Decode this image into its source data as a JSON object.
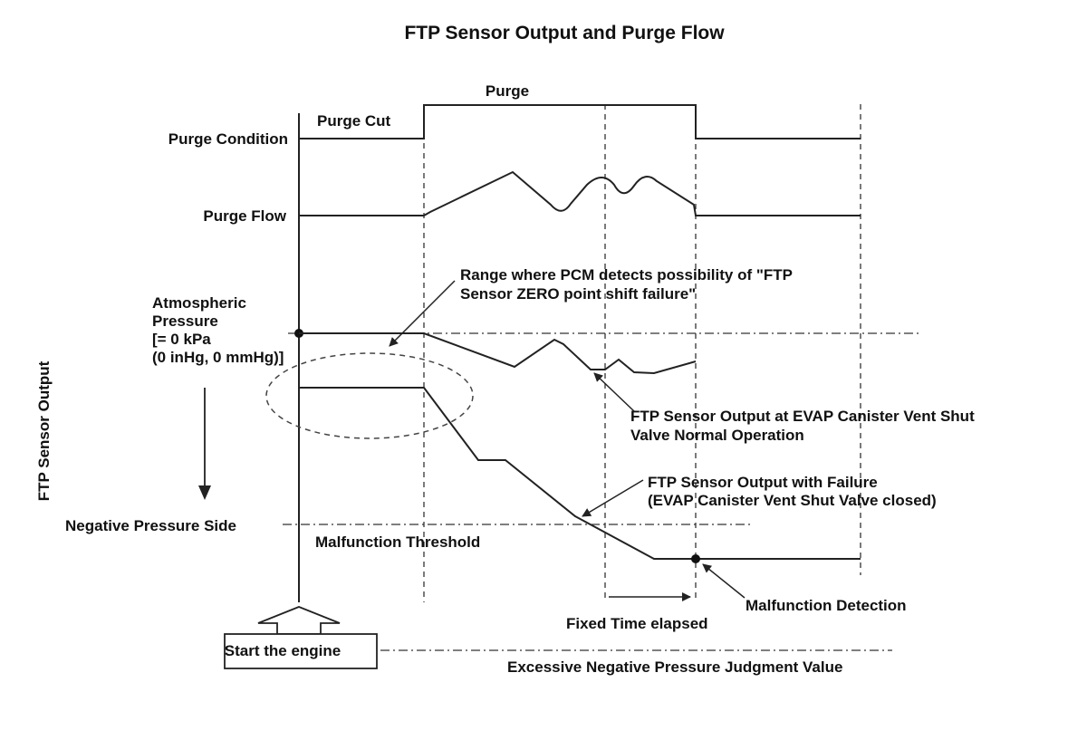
{
  "title": "FTP Sensor Output and Purge Flow",
  "labels": {
    "purge": "Purge",
    "purge_cut": "Purge Cut",
    "purge_condition": "Purge Condition",
    "purge_flow": "Purge Flow",
    "atmospheric_line1": "Atmospheric",
    "atmospheric_line2": "Pressure",
    "atmospheric_line3": "[= 0 kPa",
    "atmospheric_line4": "(0 inHg, 0 mmHg)]",
    "ftp_sensor_output": "FTP Sensor Output",
    "negative_pressure_side": "Negative Pressure Side",
    "malfunction_threshold": "Malfunction Threshold",
    "range_line1": "Range where PCM detects possibility of \"FTP",
    "range_line2": "Sensor ZERO point shift failure\"",
    "normal_line1": "FTP Sensor Output at EVAP Canister Vent Shut",
    "normal_line2": "Valve Normal Operation",
    "failure_line1": "FTP Sensor Output with Failure",
    "failure_line2": "(EVAP Canister Vent Shut Valve closed)",
    "malfunction_detection": "Malfunction Detection",
    "fixed_time_elapsed": "Fixed Time elapsed",
    "start_engine": "Start the engine",
    "excessive_negative": "Excessive Negative Pressure Judgment Value"
  }
}
